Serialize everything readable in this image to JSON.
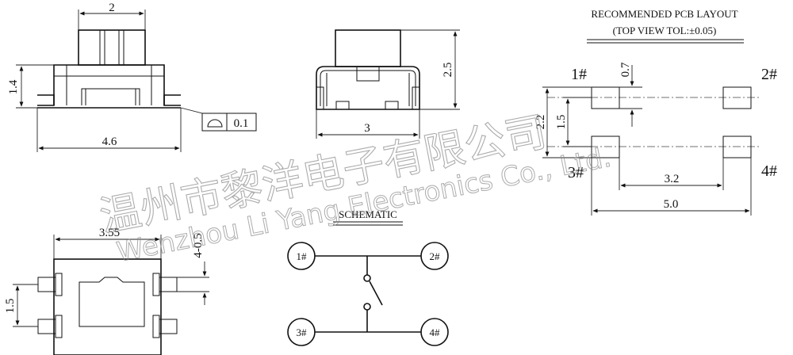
{
  "pcb_layout": {
    "title": "RECOMMENDED PCB LAYOUT",
    "subtitle": "(TOP VIEW TOL:±0.05)",
    "pads": [
      "1#",
      "2#",
      "3#",
      "4#"
    ],
    "dims": {
      "pad_width": "0.7",
      "pitch_vertical_outer": "2.2",
      "pitch_vertical_inner": "1.5",
      "pitch_horizontal_inner": "3.2",
      "pitch_horizontal_outer": "5.0"
    }
  },
  "side_view": {
    "dims": {
      "width_top": "2",
      "height": "1.4",
      "width_base": "4.6"
    },
    "flatness_value": "0.1"
  },
  "front_view": {
    "dims": {
      "height": "2.5",
      "width": "3"
    }
  },
  "top_view": {
    "dims": {
      "body_width": "3.55",
      "lead_extent": "4-0.5",
      "pin_pitch": "1.5"
    }
  },
  "schematic": {
    "title": "SCHEMATIC",
    "pins": [
      "1#",
      "2#",
      "3#",
      "4#"
    ]
  },
  "watermark": {
    "chinese": "温州市黎洋电子有限公司",
    "english": "Wenzhou Li Yang Electronics Co., Ltd."
  }
}
